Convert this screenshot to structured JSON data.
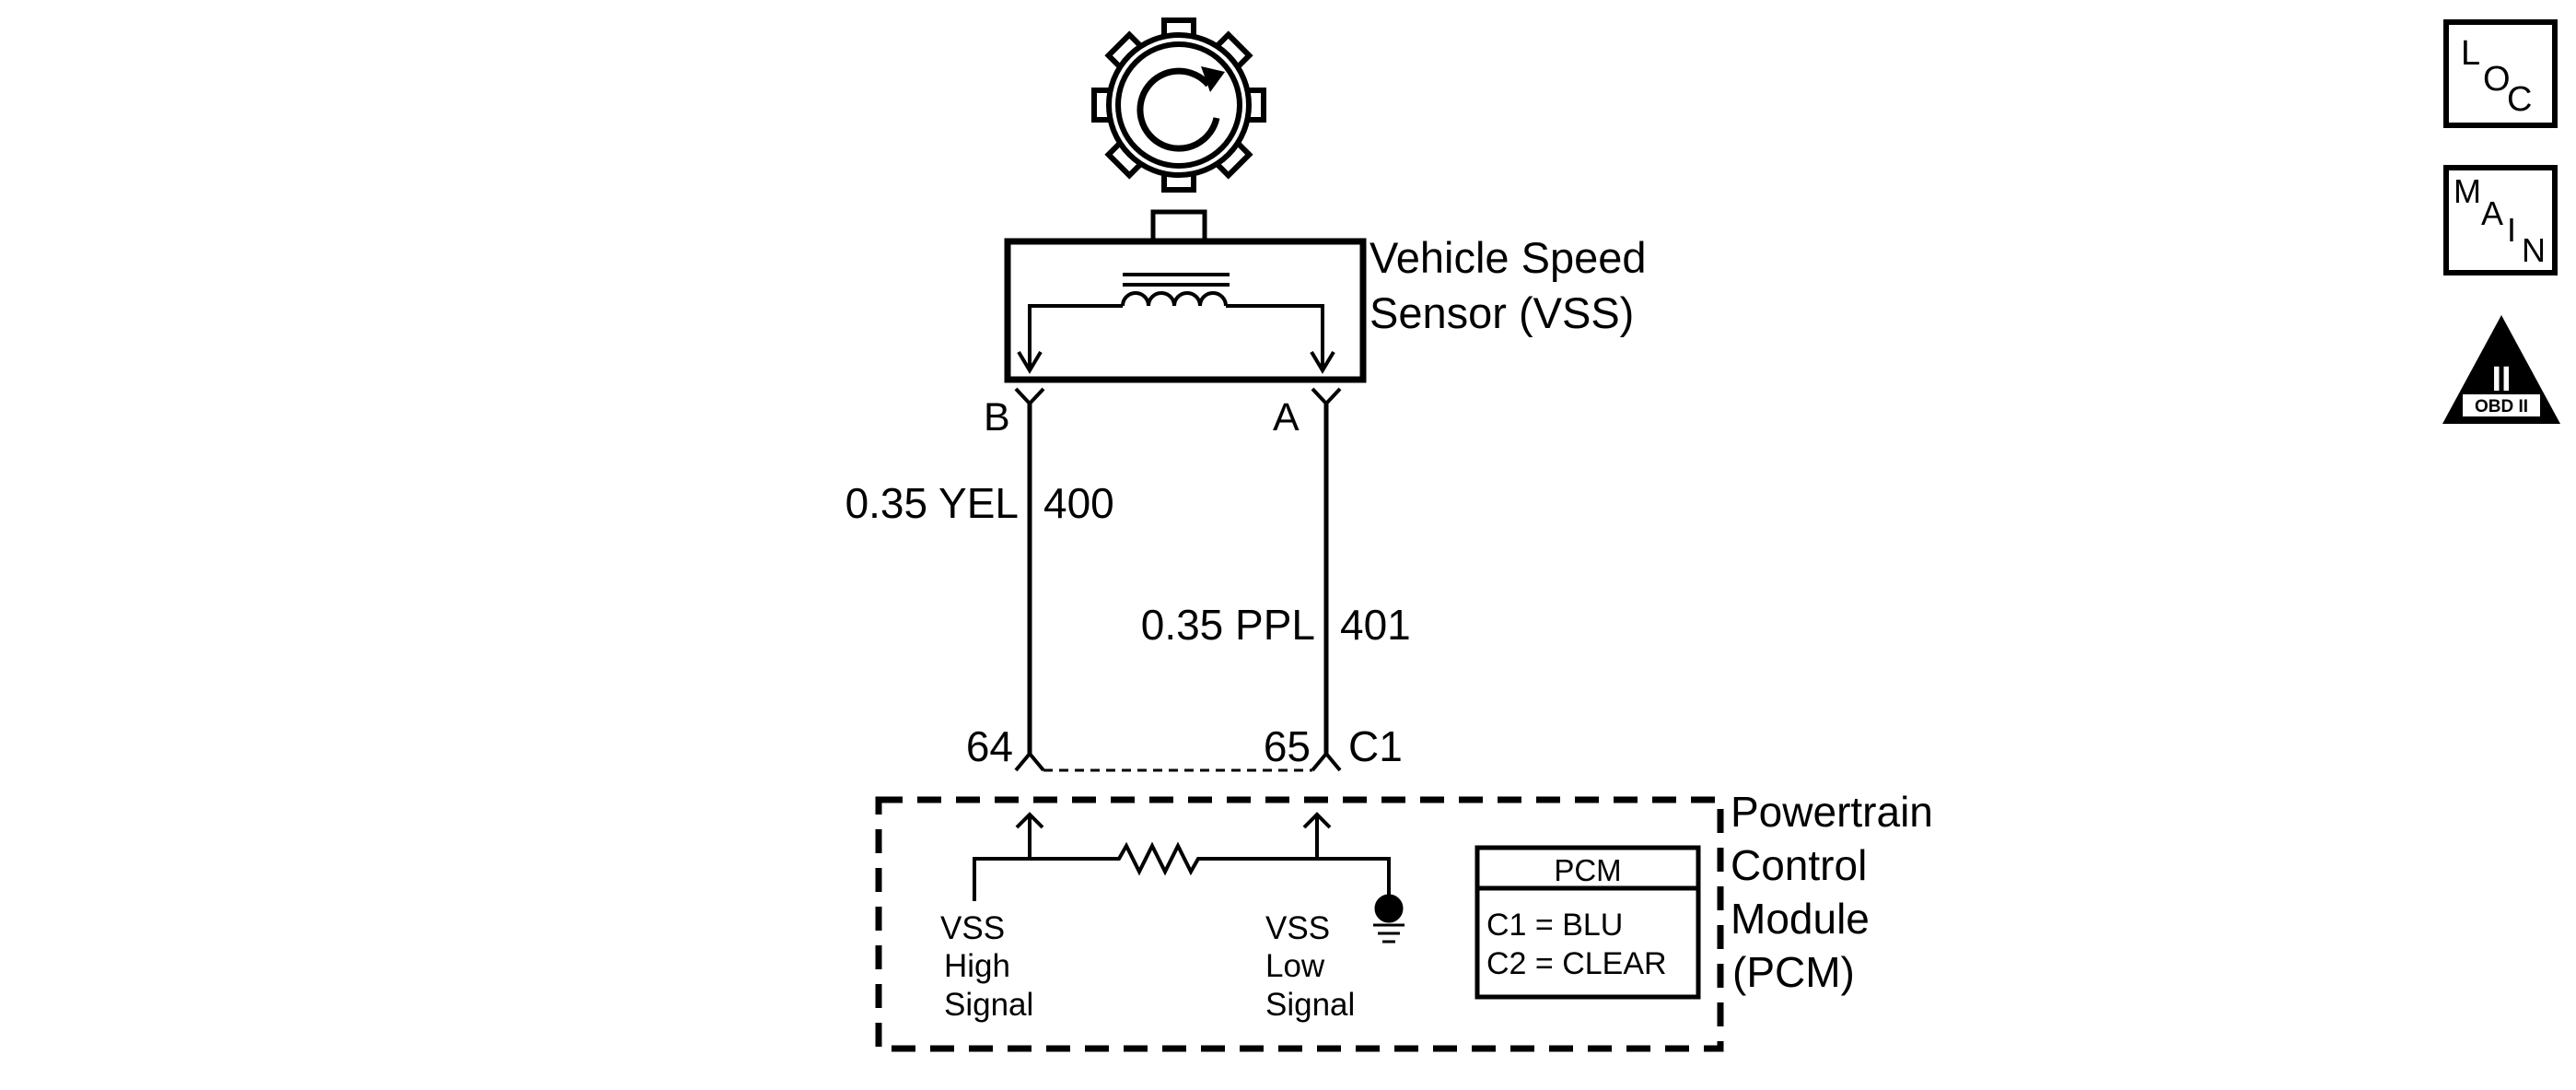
{
  "sensor": {
    "name_line1": "Vehicle Speed",
    "name_line2": "Sensor (VSS)",
    "terminal_b": "B",
    "terminal_a": "A"
  },
  "wires": {
    "b_gauge_color": "0.35 YEL",
    "b_circuit": "400",
    "a_gauge_color": "0.35 PPL",
    "a_circuit": "401"
  },
  "connector": {
    "pin_left": "64",
    "pin_right": "65",
    "id": "C1"
  },
  "pcm": {
    "name_line1": "Powertrain",
    "name_line2": "Control",
    "name_line3": "Module",
    "name_line4": "(PCM)",
    "high_signal_l1": "VSS",
    "high_signal_l2": "High",
    "high_signal_l3": "Signal",
    "low_signal_l1": "VSS",
    "low_signal_l2": "Low",
    "low_signal_l3": "Signal"
  },
  "pcm_table": {
    "header": "PCM",
    "row1": "C1 = BLU",
    "row2": "C2 = CLEAR"
  },
  "side_icons": {
    "loc_l": "L",
    "loc_o": "O",
    "loc_c": "C",
    "main_m": "M",
    "main_a": "A",
    "main_i": "I",
    "main_n": "N",
    "obd_roman": "II",
    "obd_label": "OBD II"
  }
}
